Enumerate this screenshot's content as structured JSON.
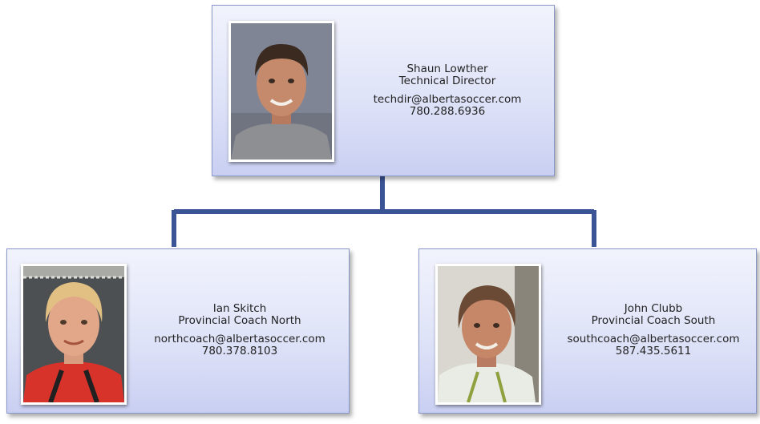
{
  "people": {
    "director": {
      "name": "Shaun Lowther",
      "title": "Technical Director",
      "email": "techdir@albertasoccer.com",
      "phone": "780.288.6936",
      "photo": "portrait-photo"
    },
    "north": {
      "name": "Ian Skitch",
      "title": "Provincial Coach North",
      "email": "northcoach@albertasoccer.com",
      "phone": "780.378.8103",
      "photo": "portrait-photo"
    },
    "south": {
      "name": "John Clubb",
      "title": "Provincial Coach South",
      "email": "southcoach@albertasoccer.com",
      "phone": "587.435.5611",
      "photo": "portrait-photo"
    }
  },
  "colors": {
    "connector": "#3b5496",
    "card_border": "#8b96c8",
    "card_top": "#f1f3fc",
    "card_bottom": "#c9cff2"
  }
}
